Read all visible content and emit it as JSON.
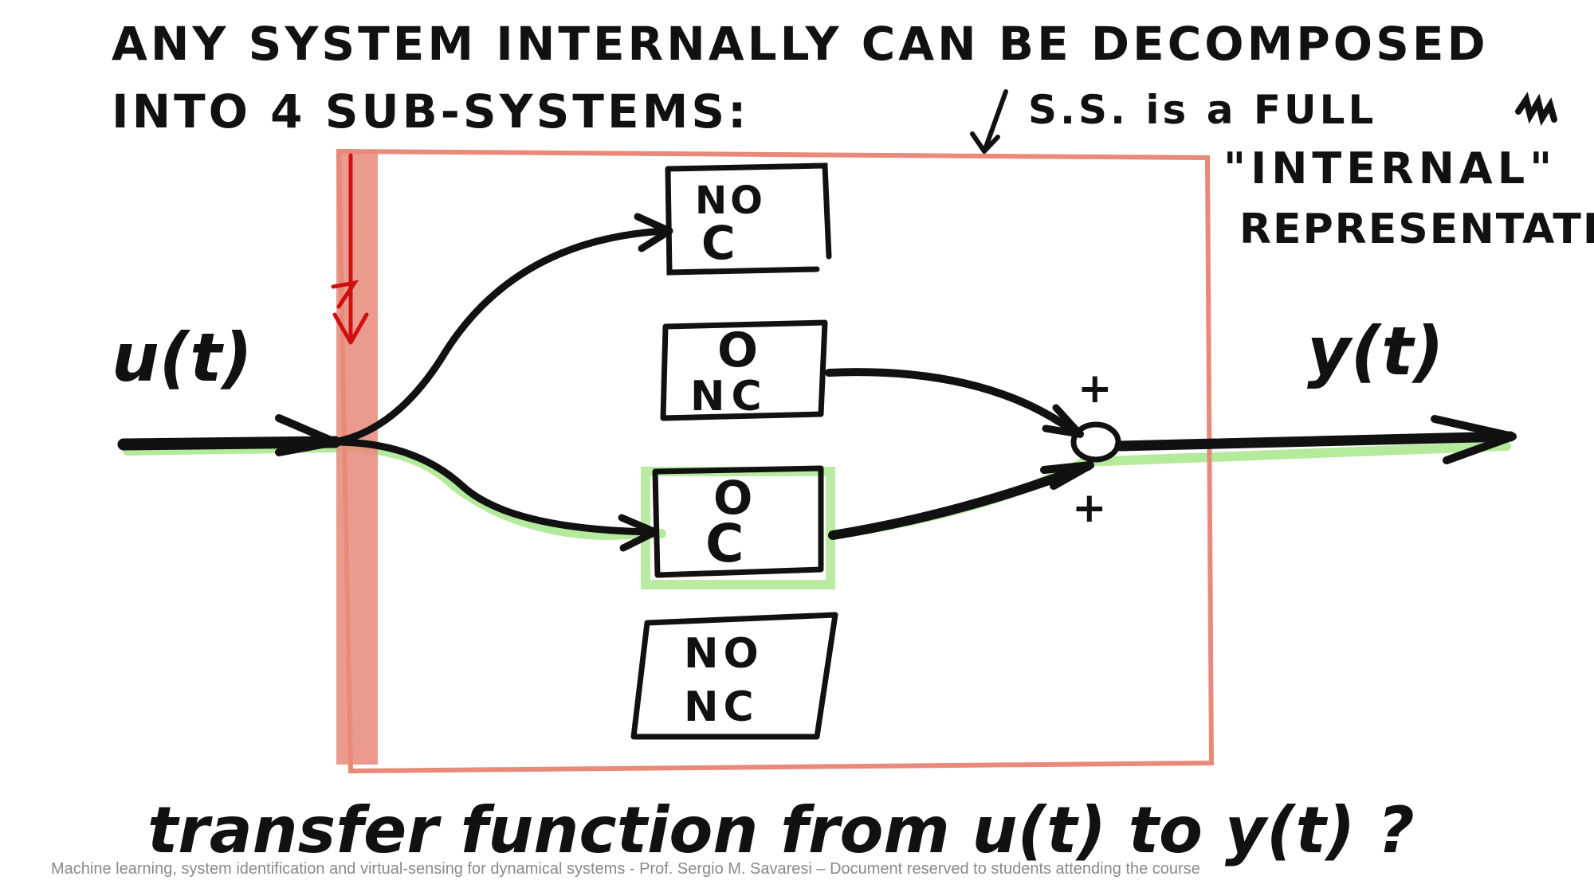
{
  "title_line1": "ANY SYSTEM INTERNALLY CAN BE DECOMPOSED",
  "title_line2": "INTO 4 SUB-SYSTEMS:",
  "annotation": {
    "line1": "S.S. is a FULL",
    "line2": "\"INTERNAL\"",
    "line3": "REPRESENTATION"
  },
  "input_label": "u(t)",
  "output_label": "y(t)",
  "blocks": [
    {
      "line1": "NO",
      "line2": "C"
    },
    {
      "line1": "O",
      "line2": "NC"
    },
    {
      "line1": "O",
      "line2": "C"
    },
    {
      "line1": "NO",
      "line2": "NC"
    }
  ],
  "sum_signs": [
    "+",
    "+"
  ],
  "question": "transfer function from u(t) to y(t) ?",
  "footer": "Machine learning, system identification and virtual-sensing for dynamical systems  -  Prof. Sergio M. Savaresi – Document reserved to students attending the course",
  "colors": {
    "ink": "#111111",
    "box": "#e8897a",
    "input_bar": "#e8897a",
    "arrow_red": "#d01010",
    "highlight": "#9be37a"
  }
}
